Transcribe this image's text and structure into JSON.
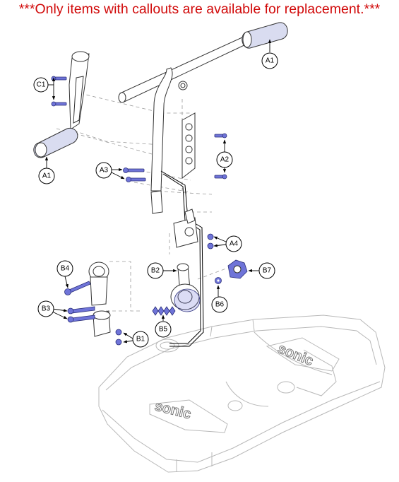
{
  "notice": "***Only items with callouts are available for replacement.***",
  "brand_text": "sonic",
  "colors": {
    "notice": "#d10a0a",
    "hardware": "#6f74d8",
    "grip": "#d9dcf0"
  },
  "callouts": {
    "a1_top": "A1",
    "a1_left": "A1",
    "a2": "A2",
    "a3": "A3",
    "a4": "A4",
    "b1": "B1",
    "b2": "B2",
    "b3": "B3",
    "b4": "B4",
    "b5": "B5",
    "b6": "B6",
    "b7": "B7",
    "c1": "C1"
  }
}
